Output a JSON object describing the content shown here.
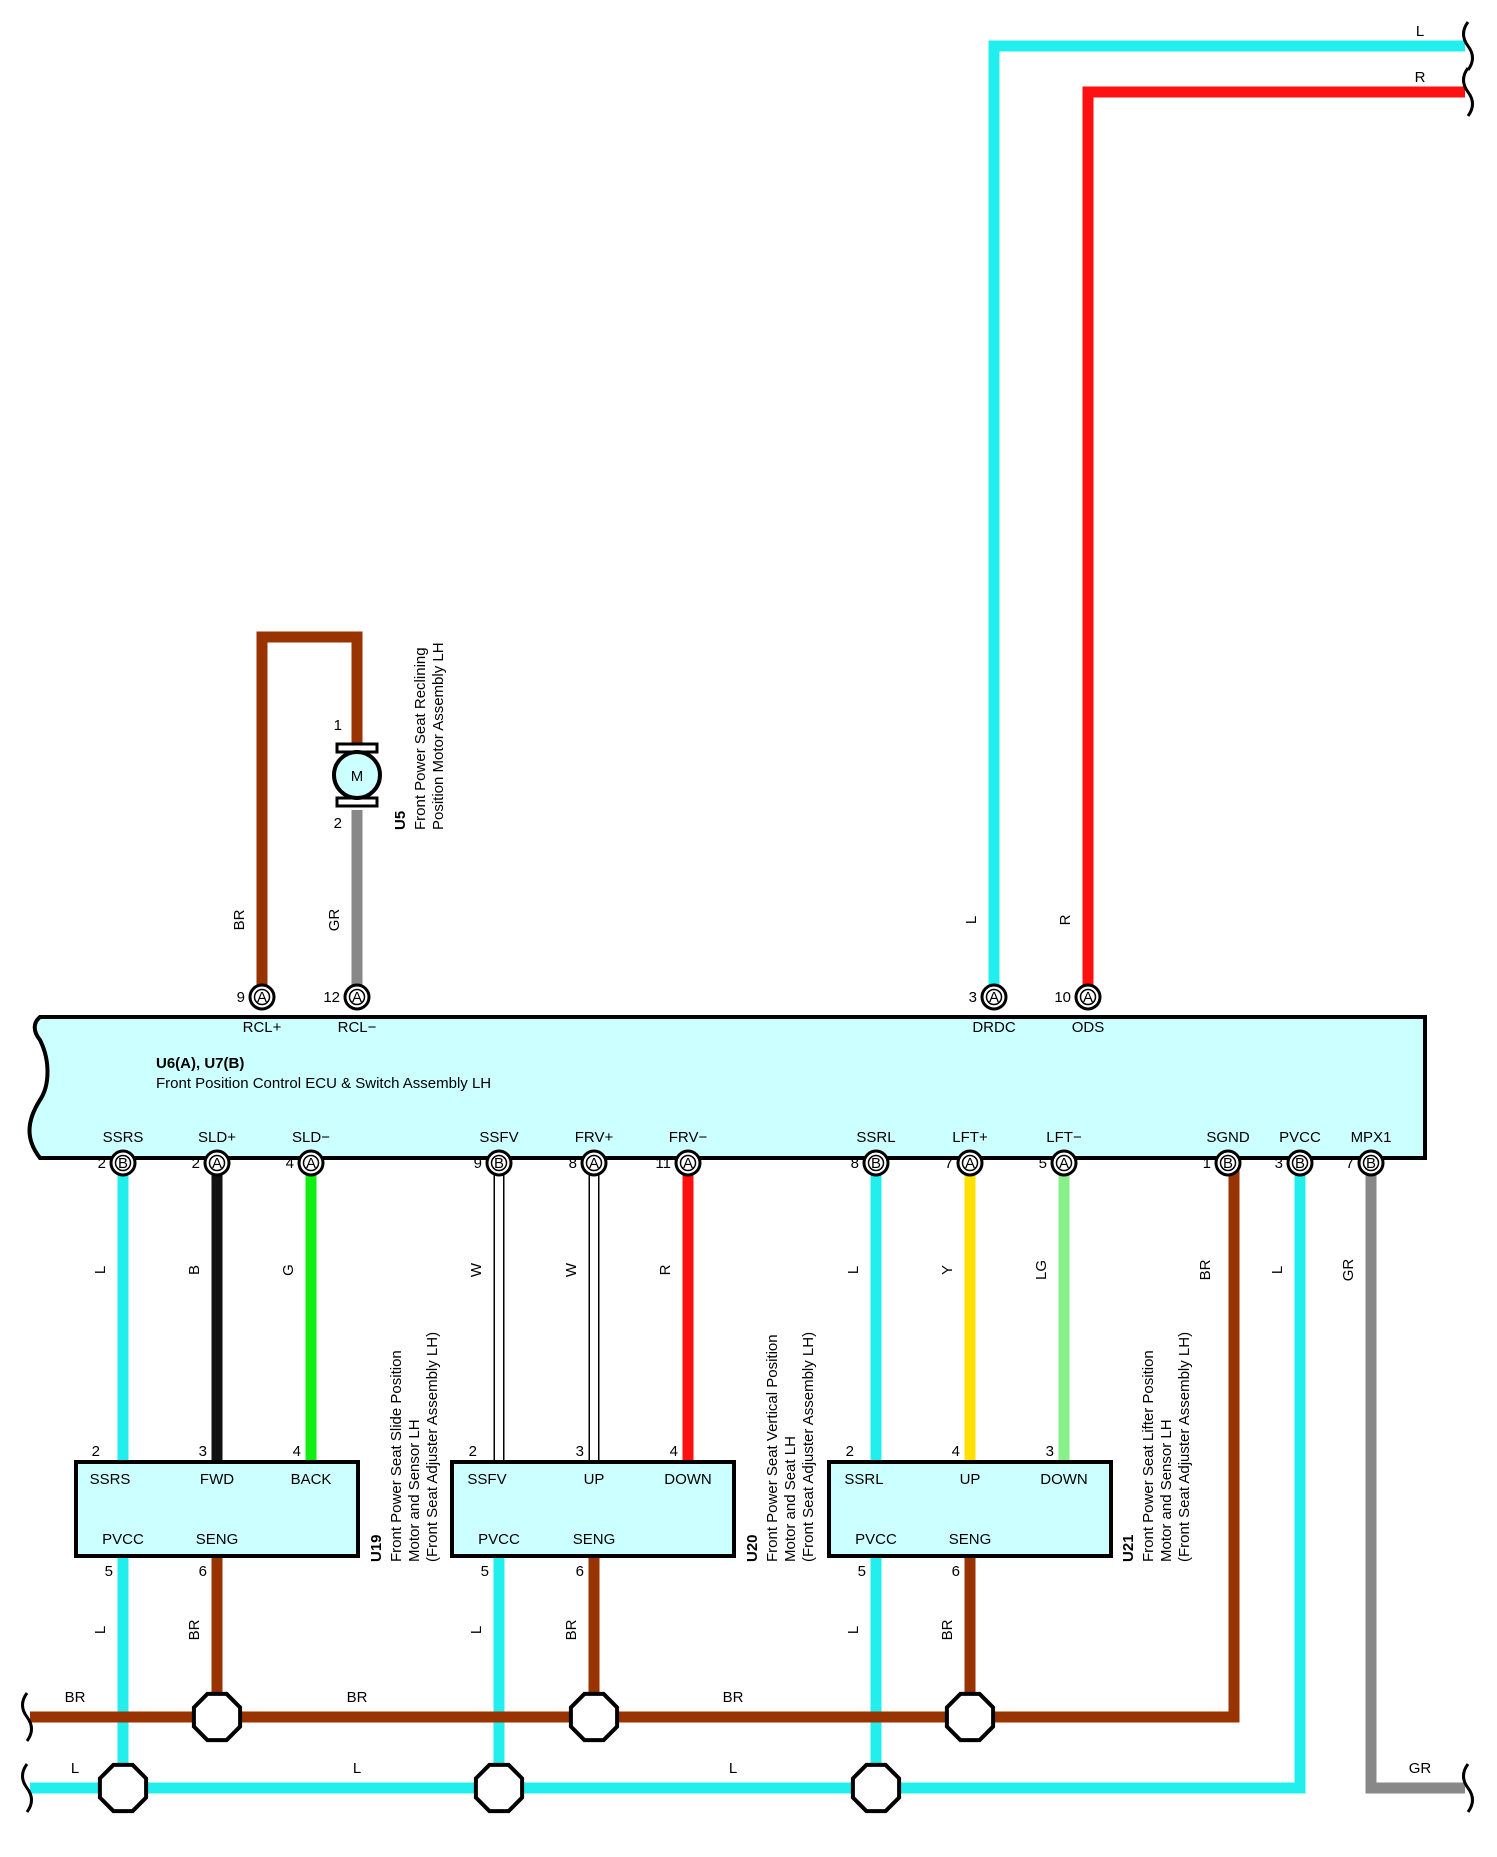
{
  "colors": {
    "L": "#22eeee",
    "R": "#ff1111",
    "BR": "#993300",
    "GR": "#888888",
    "B": "#111111",
    "G": "#11ee11",
    "W": "#ffffff",
    "Y": "#ffe000",
    "LG": "#88f088",
    "box_fill": "#ccffff"
  },
  "top_wires": [
    {
      "label": "L",
      "color": "L"
    },
    {
      "label": "R",
      "color": "R"
    }
  ],
  "ecu": {
    "title": "U6(A), U7(B)",
    "subtitle": "Front Position Control ECU & Switch Assembly LH",
    "top_pins": [
      {
        "num": "9",
        "conn": "A",
        "name": "RCL+",
        "wire": "BR"
      },
      {
        "num": "12",
        "conn": "A",
        "name": "RCL−",
        "wire": "GR"
      },
      {
        "num": "3",
        "conn": "A",
        "name": "DRDC",
        "wire": "L"
      },
      {
        "num": "10",
        "conn": "A",
        "name": "ODS",
        "wire": "R"
      }
    ],
    "bottom_pins": [
      {
        "num": "2",
        "conn": "B",
        "name": "SSRS",
        "wire": "L"
      },
      {
        "num": "2",
        "conn": "A",
        "name": "SLD+",
        "wire": "B"
      },
      {
        "num": "4",
        "conn": "A",
        "name": "SLD−",
        "wire": "G"
      },
      {
        "num": "9",
        "conn": "B",
        "name": "SSFV",
        "wire": "W"
      },
      {
        "num": "8",
        "conn": "A",
        "name": "FRV+",
        "wire": "W"
      },
      {
        "num": "11",
        "conn": "A",
        "name": "FRV−",
        "wire": "R"
      },
      {
        "num": "8",
        "conn": "B",
        "name": "SSRL",
        "wire": "L"
      },
      {
        "num": "7",
        "conn": "A",
        "name": "LFT+",
        "wire": "Y"
      },
      {
        "num": "5",
        "conn": "A",
        "name": "LFT−",
        "wire": "LG"
      },
      {
        "num": "1",
        "conn": "B",
        "name": "SGND",
        "wire": "BR"
      },
      {
        "num": "3",
        "conn": "B",
        "name": "PVCC",
        "wire": "L"
      },
      {
        "num": "7",
        "conn": "B",
        "name": "MPX1",
        "wire": "GR"
      }
    ]
  },
  "motor": {
    "id": "U5",
    "symbol": "M",
    "line1": "Front Power Seat Reclining",
    "line2": "Position Motor Assembly LH",
    "pin_top": "1",
    "pin_bottom": "2"
  },
  "sensors": [
    {
      "id": "U19",
      "line1": "Front Power Seat Slide Position",
      "line2": "Motor and Sensor LH",
      "line3": "(Front Seat Adjuster Assembly LH)",
      "top": [
        {
          "num": "2",
          "name": "SSRS"
        },
        {
          "num": "3",
          "name": "FWD"
        },
        {
          "num": "4",
          "name": "BACK"
        }
      ],
      "bottom": [
        {
          "num": "5",
          "name": "PVCC",
          "wire": "L"
        },
        {
          "num": "6",
          "name": "SENG",
          "wire": "BR"
        }
      ]
    },
    {
      "id": "U20",
      "line1": "Front Power Seat Vertical Position",
      "line2": "Motor and Seat LH",
      "line3": "(Front Seat Adjuster Assembly LH)",
      "top": [
        {
          "num": "2",
          "name": "SSFV"
        },
        {
          "num": "3",
          "name": "UP"
        },
        {
          "num": "4",
          "name": "DOWN"
        }
      ],
      "bottom": [
        {
          "num": "5",
          "name": "PVCC",
          "wire": "L"
        },
        {
          "num": "6",
          "name": "SENG",
          "wire": "BR"
        }
      ]
    },
    {
      "id": "U21",
      "line1": "Front Power Seat Lifter Position",
      "line2": "Motor and Sensor LH",
      "line3": "(Front Seat Adjuster Assembly LH)",
      "top": [
        {
          "num": "2",
          "name": "SSRL"
        },
        {
          "num": "4",
          "name": "UP"
        },
        {
          "num": "3",
          "name": "DOWN"
        }
      ],
      "bottom": [
        {
          "num": "5",
          "name": "PVCC",
          "wire": "L"
        },
        {
          "num": "6",
          "name": "SENG",
          "wire": "BR"
        }
      ]
    }
  ],
  "bus": {
    "br_labels": [
      "BR",
      "BR",
      "BR"
    ],
    "l_labels": [
      "L",
      "L",
      "L"
    ],
    "gr_end_label": "GR"
  }
}
